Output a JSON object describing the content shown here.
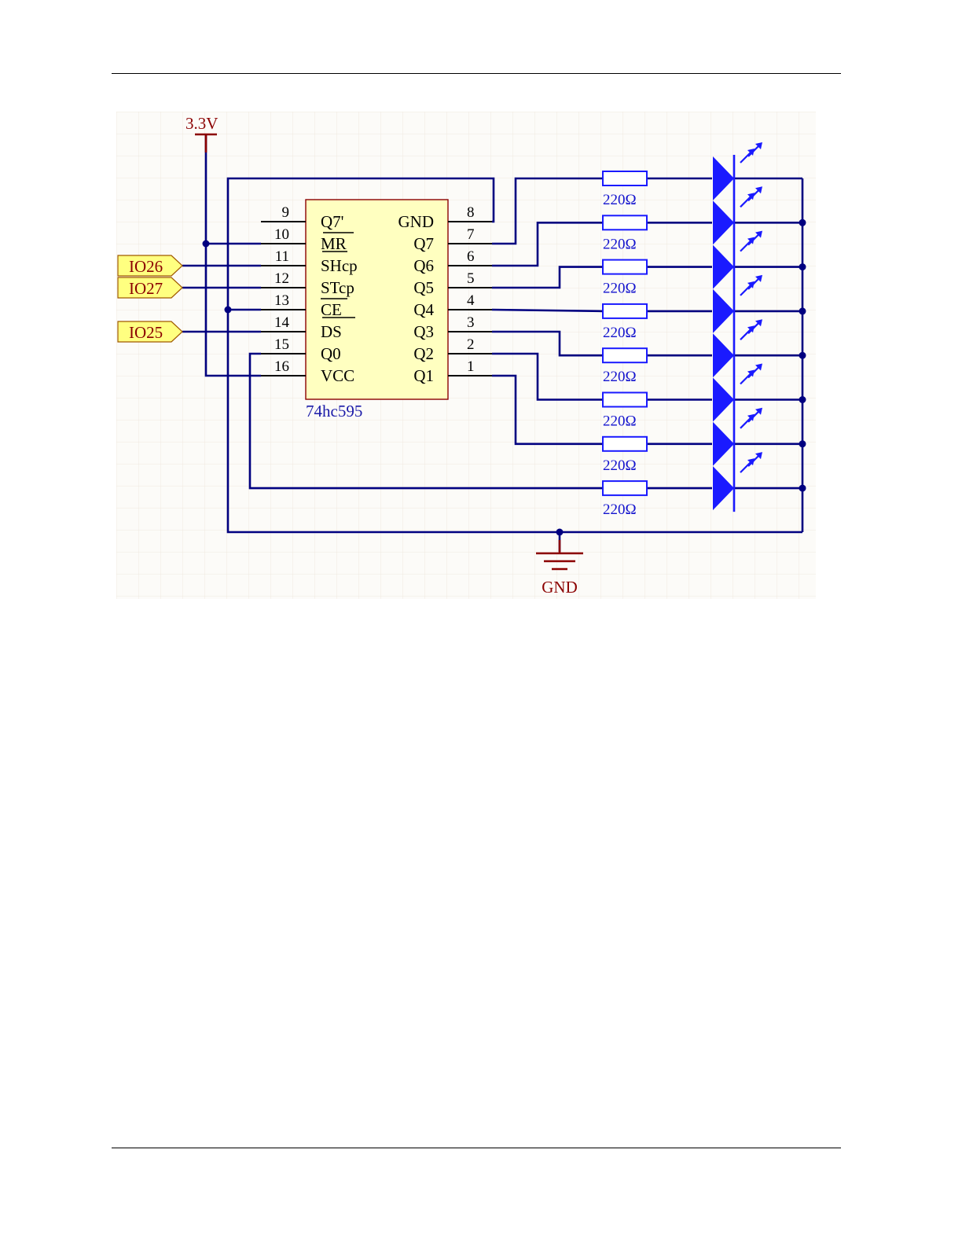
{
  "colors": {
    "wire": "#000080",
    "power": "#8b0000",
    "chip_fill": "#ffffc0",
    "chip_border": "#8b0000",
    "port_fill": "#ffff80",
    "led": "#1a1aff",
    "grid": "#efe8df",
    "background": "#fcfbf8"
  },
  "chip": {
    "part_name": "74hc595",
    "left_pins": [
      {
        "num": "9",
        "name": "Q7'"
      },
      {
        "num": "10",
        "name": "MR"
      },
      {
        "num": "11",
        "name": "SHcp"
      },
      {
        "num": "12",
        "name": "STcp"
      },
      {
        "num": "13",
        "name": "CE"
      },
      {
        "num": "14",
        "name": "DS"
      },
      {
        "num": "15",
        "name": "Q0"
      },
      {
        "num": "16",
        "name": "VCC"
      }
    ],
    "right_pins": [
      {
        "num": "8",
        "name": "GND"
      },
      {
        "num": "7",
        "name": "Q7"
      },
      {
        "num": "6",
        "name": "Q6"
      },
      {
        "num": "5",
        "name": "Q5"
      },
      {
        "num": "4",
        "name": "Q4"
      },
      {
        "num": "3",
        "name": "Q3"
      },
      {
        "num": "2",
        "name": "Q2"
      },
      {
        "num": "1",
        "name": "Q1"
      }
    ]
  },
  "ports": [
    {
      "label": "IO26",
      "pin": "11"
    },
    {
      "label": "IO27",
      "pin": "12"
    },
    {
      "label": "IO25",
      "pin": "14"
    }
  ],
  "power": {
    "vcc_label": "3.3V",
    "gnd_label": "GND"
  },
  "resistors": [
    {
      "label": "220Ω",
      "from": "Q7"
    },
    {
      "label": "220Ω",
      "from": "Q6"
    },
    {
      "label": "220Ω",
      "from": "Q5"
    },
    {
      "label": "220Ω",
      "from": "Q4"
    },
    {
      "label": "220Ω",
      "from": "Q3"
    },
    {
      "label": "220Ω",
      "from": "Q2"
    },
    {
      "label": "220Ω",
      "from": "Q1"
    },
    {
      "label": "220Ω",
      "from": "Q0"
    }
  ],
  "led_count": 8
}
